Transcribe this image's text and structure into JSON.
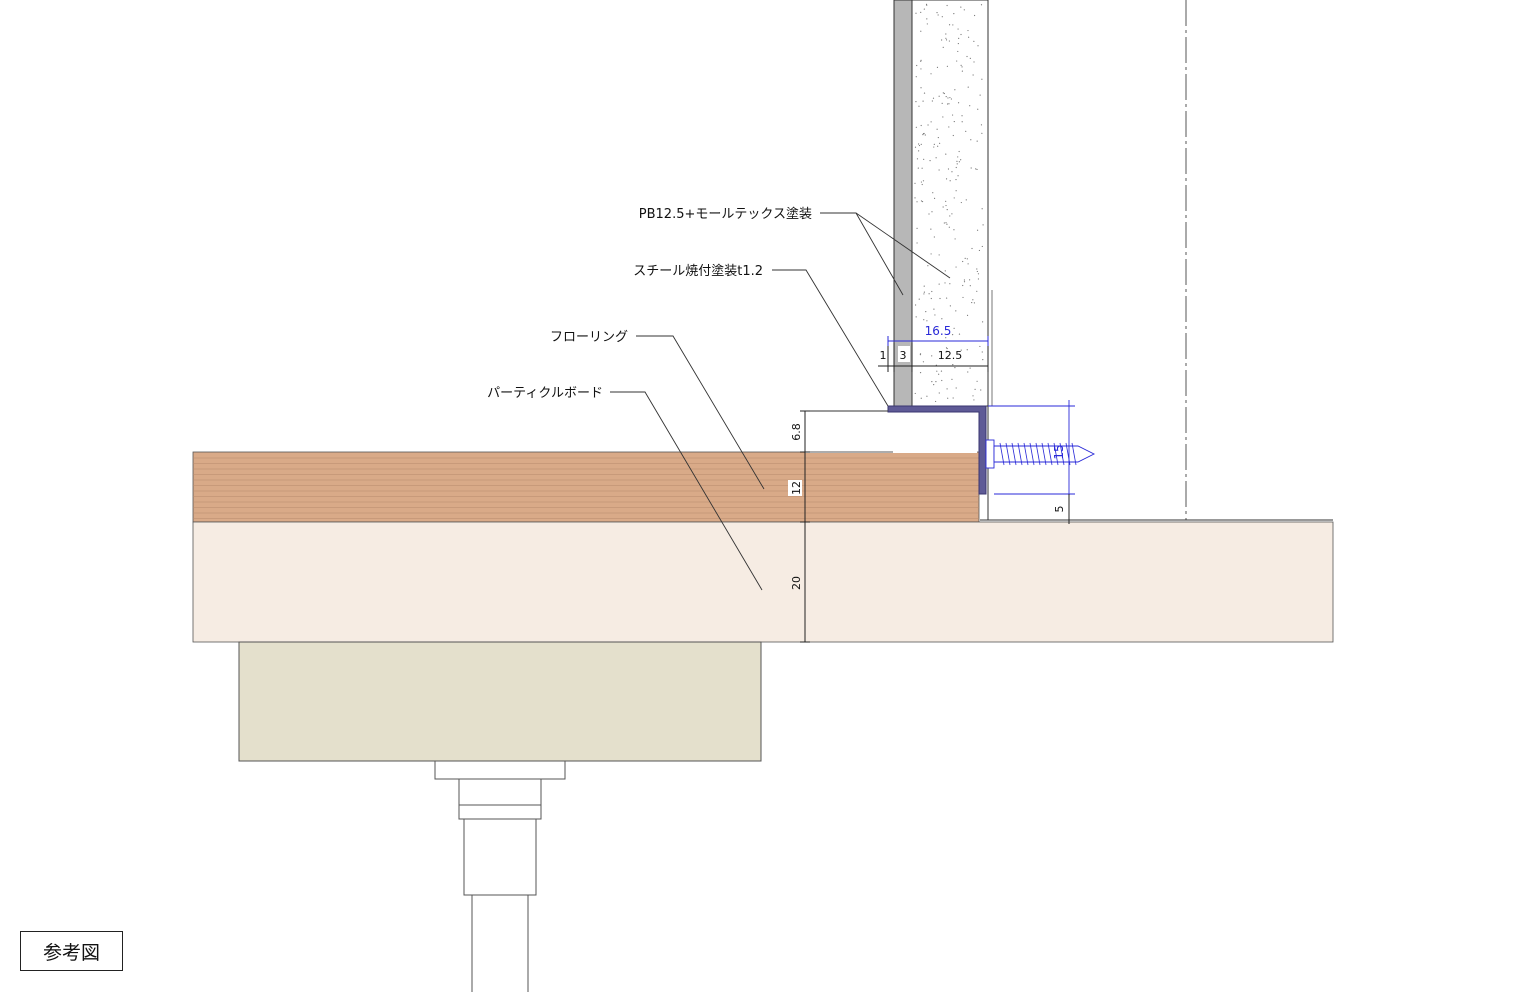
{
  "labels": {
    "pb_paint": "PB12.5+モールテックス塗装",
    "steel": "スチール焼付塗装t1.2",
    "flooring": "フローリング",
    "particle_board": "パーティクルボード"
  },
  "dimensions": {
    "total_width": "16.5",
    "d1": "1",
    "d3": "3",
    "d12_5": "12.5",
    "d6_8": "6.8",
    "d12": "12",
    "d20": "20",
    "d15": "15",
    "d5": "5"
  },
  "reference_box": "参考図",
  "colors": {
    "flooring": "#d9aa88",
    "flooring_lines": "#b88a6c",
    "particle_board": "#f6ece3",
    "joist": "#e4e0cc",
    "gypsum": "#b7b7b7",
    "steel": "#5e5a96",
    "dimension_blue": "#2a2ad8"
  }
}
